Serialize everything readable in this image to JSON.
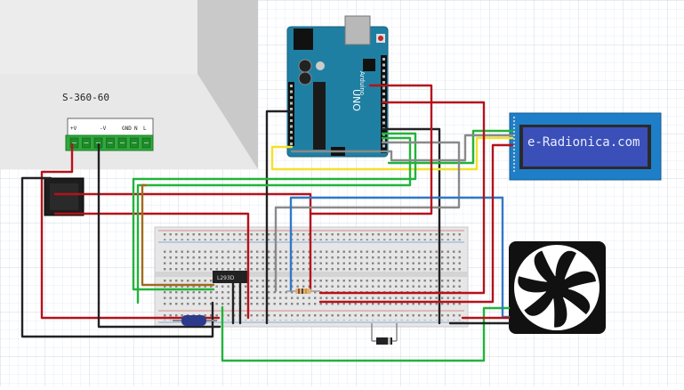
{
  "power_supply": {
    "model_label": "S-360-60",
    "terminals": [
      "+V",
      "-V",
      "GND",
      "N",
      "L"
    ]
  },
  "arduino": {
    "board_label": "UNO",
    "brand_label": "Arduino"
  },
  "lcd": {
    "display_text": "e-Radionica.com"
  },
  "driver_chip": {
    "label": "L293D"
  },
  "colors": {
    "background_grid": "#dfe6f0",
    "psu_body": "#e4e4e4",
    "terminal_green": "#2eaa3a",
    "arduino_teal": "#1f7fa2",
    "lcd_blue": "#1e7ec8",
    "lcd_screen": "#3b4fb8",
    "wire_red": "#b5121b",
    "wire_black": "#222222",
    "wire_green": "#22b33b",
    "wire_yellow": "#f2e12a",
    "wire_blue": "#3278c8",
    "wire_gray": "#8a8a8a",
    "wire_brown": "#a06a1e"
  }
}
